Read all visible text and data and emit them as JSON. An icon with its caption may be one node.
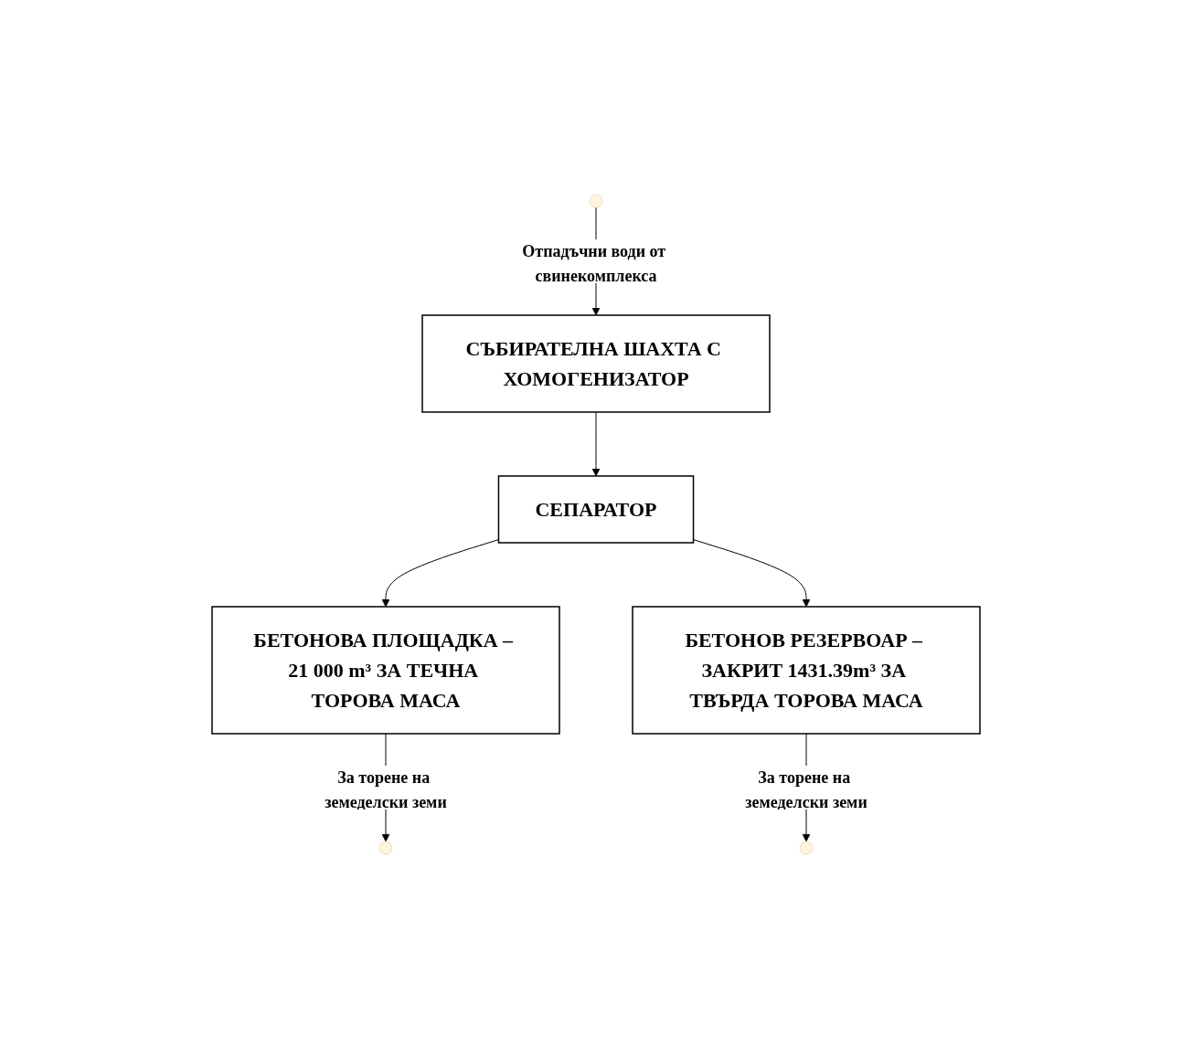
{
  "diagram": {
    "nodes": [
      {
        "text": [
          "СЪБИРАТЕЛНА ШАХТА С ХОМОГЕНИЗАТОР"
        ]
      },
      {
        "text": [
          "СЕПАРАТОР"
        ]
      },
      {
        "text": [
          "БЕТОНОВА ПЛОЩАДКА – 21 000 m³ ЗА ТЕЧНА ТОРОВА МАСА"
        ]
      },
      {
        "text": [
          "БЕТОНОВ РЕЗЕРВОАР – ЗАКРИТ 1431.39m³ ЗА ТВЪРДА ТОРОВА МАСА"
        ]
      }
    ],
    "edges": [
      {
        "from": null,
        "to": 0,
        "arrow": "to",
        "label": "Отпадъчни води от свинекомплекса"
      },
      {
        "from": 0,
        "to": 1,
        "arrow": "to"
      },
      {
        "from": 1,
        "to": 2,
        "arrow": "to"
      },
      {
        "from": 1,
        "to": 3,
        "arrow": "to"
      },
      {
        "from": 2,
        "to": null,
        "arrow": "to",
        "label": "За торене на земеделски земи"
      },
      {
        "from": 3,
        "to": null,
        "arrow": "to",
        "label": "За торене на земеделски земи"
      }
    ]
  }
}
